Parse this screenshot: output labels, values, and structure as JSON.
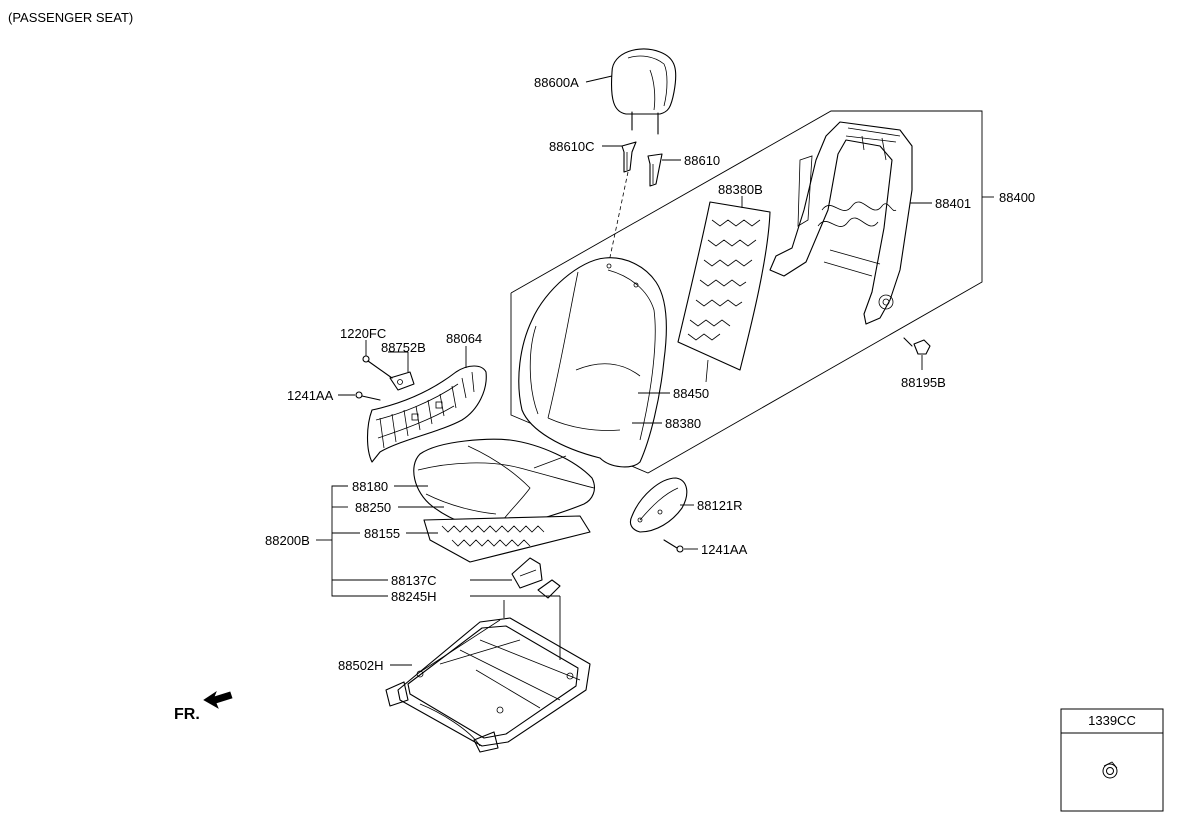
{
  "title": "(PASSENGER SEAT)",
  "direction_label": "FR.",
  "callouts": {
    "headrest": "88600A",
    "headrest_guide_left": "88610C",
    "headrest_guide_right": "88610",
    "back_frame_assy": "88400",
    "back_frame": "88401",
    "back_heater_pad": "88380B",
    "back_pad": "88450",
    "back_cover": "88380",
    "frame_bolt": "88195B",
    "screw_upper": "1220FC",
    "side_bracket": "88752B",
    "side_shield": "88064",
    "shield_screw_left": "1241AA",
    "cushion_cover": "88180",
    "cushion_pad": "88250",
    "cushion_heater": "88155",
    "cushion_assy": "88200B",
    "cushion_bracket": "88137C",
    "cushion_bracket_h": "88245H",
    "cushion_frame": "88502H",
    "inner_shield": "88121R",
    "shield_screw_right": "1241AA"
  },
  "legend_box": {
    "part_number": "1339CC"
  }
}
